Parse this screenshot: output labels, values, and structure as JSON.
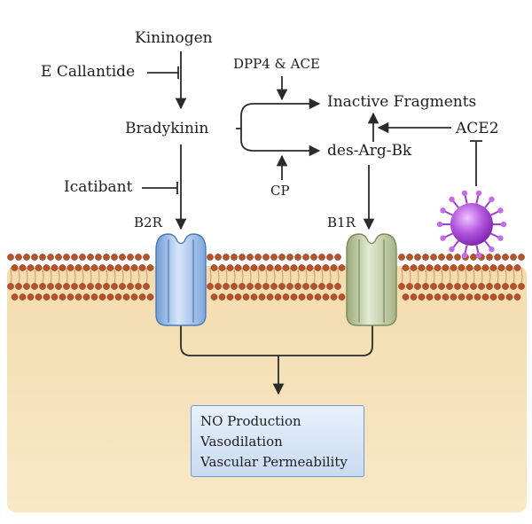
{
  "labels": {
    "kininogen": "Kininogen",
    "e_callantide": "E Callantide",
    "dpp4_ace": "DPP4 & ACE",
    "inactive_fragments": "Inactive Fragments",
    "bradykinin": "Bradykinin",
    "ace2": "ACE2",
    "des_arg_bk": "des-Arg-Bk",
    "icatibant": "Icatibant",
    "cp": "CP",
    "b2r": "B2R",
    "b1r": "B1R"
  },
  "effects": [
    "NO Production",
    "Vasodilation",
    "Vascular Permeability"
  ],
  "colors": {
    "line": "#2b2b2b",
    "lipid_head": "#b5522a",
    "lipid_tail": "#d49a6a",
    "cytoplasm": "#f6e2b8",
    "b2r_receptor": "#9ec0ea",
    "b1r_receptor": "#c3cfa8",
    "virus": "#a43fd0",
    "output_box_border": "#6f9bd2"
  },
  "icons": {
    "virus": "virus-icon",
    "membrane": "lipid-bilayer",
    "receptor": "transmembrane-receptor"
  }
}
